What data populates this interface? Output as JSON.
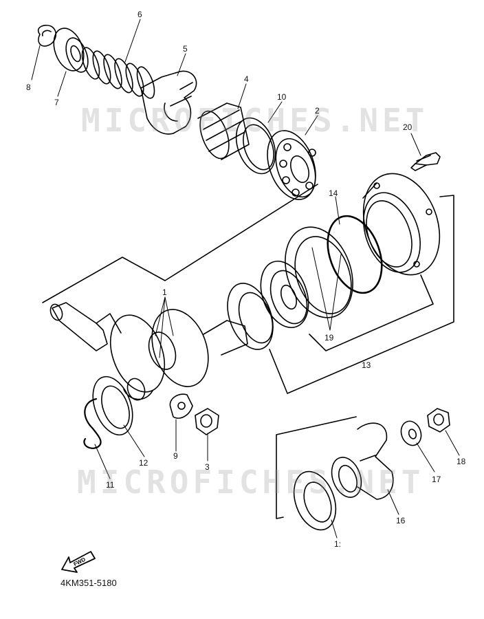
{
  "watermark": "MICROFICHES.NET",
  "diagram_code": "4KM351-5180",
  "fwd_label": "FWD",
  "callouts": [
    {
      "id": "c8",
      "label": "8"
    },
    {
      "id": "c7",
      "label": "7"
    },
    {
      "id": "c6",
      "label": "6"
    },
    {
      "id": "c5",
      "label": "5"
    },
    {
      "id": "c4",
      "label": "4"
    },
    {
      "id": "c10",
      "label": "10"
    },
    {
      "id": "c2",
      "label": "2"
    },
    {
      "id": "c20",
      "label": "20"
    },
    {
      "id": "c14",
      "label": "14"
    },
    {
      "id": "c1",
      "label": "1"
    },
    {
      "id": "c19",
      "label": "19"
    },
    {
      "id": "c13",
      "label": "13"
    },
    {
      "id": "c12",
      "label": "12"
    },
    {
      "id": "c9",
      "label": "9"
    },
    {
      "id": "c3",
      "label": "3"
    },
    {
      "id": "c11",
      "label": "11"
    },
    {
      "id": "c18",
      "label": "18"
    },
    {
      "id": "c17",
      "label": "17"
    },
    {
      "id": "c16",
      "label": "16"
    },
    {
      "id": "c15",
      "label": "1:"
    }
  ]
}
